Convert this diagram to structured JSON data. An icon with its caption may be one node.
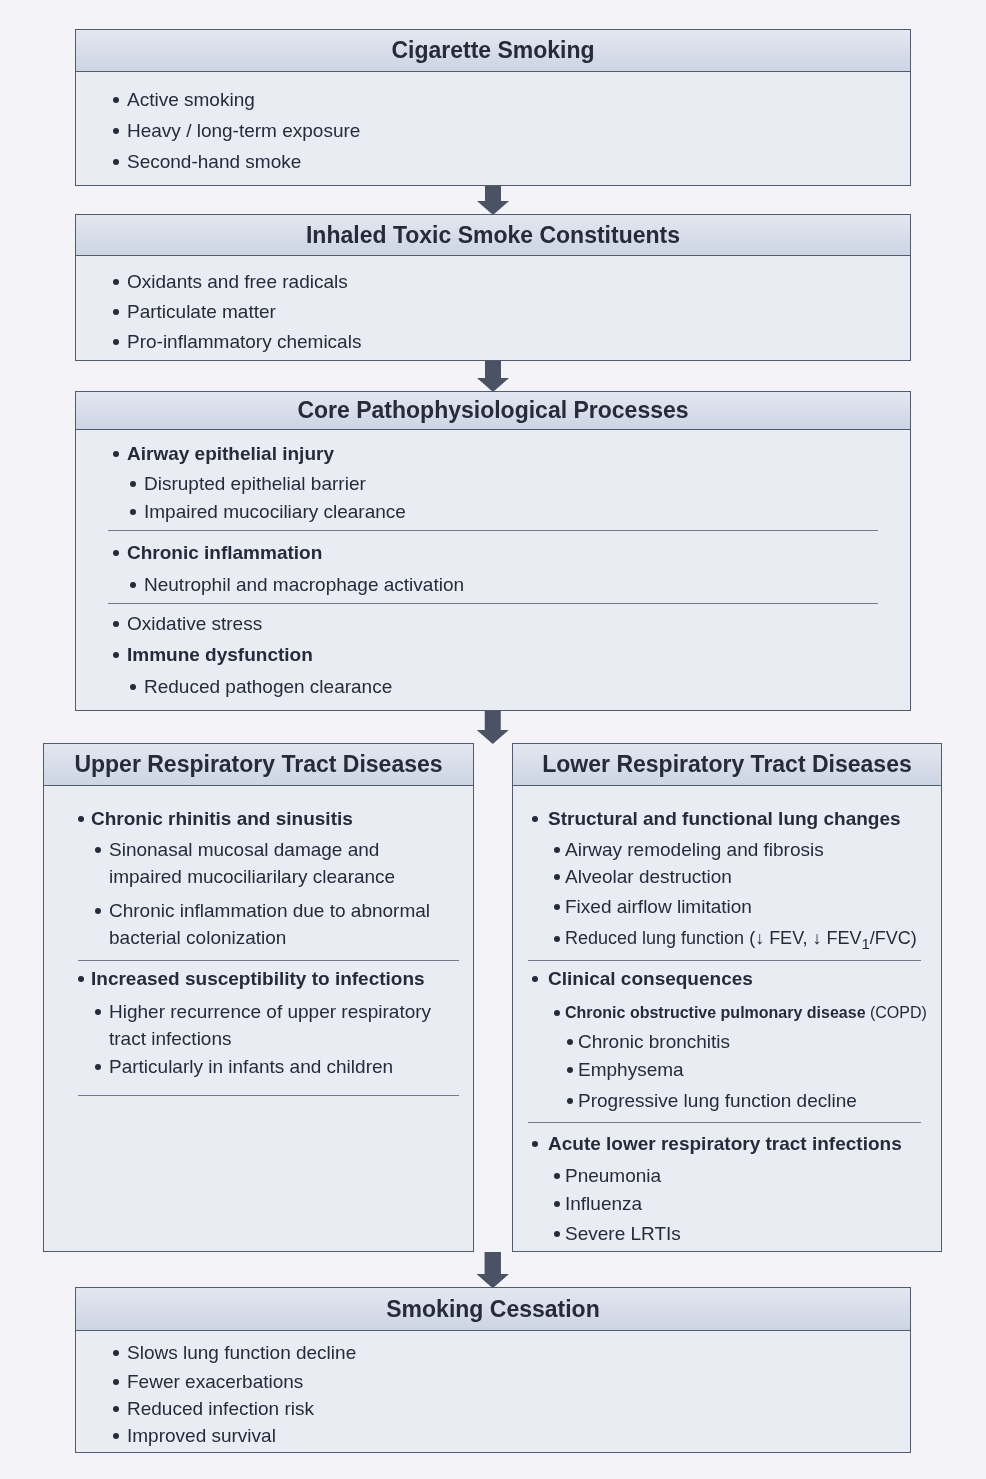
{
  "diagram": {
    "nodes": [
      {
        "text": [
          "Cigarette Smoking",
          "Active smoking",
          "Heavy / long-term exposure",
          "Second-hand smoke"
        ]
      },
      {
        "text": [
          "Inhaled Toxic Smoke Constituents",
          "Oxidants and free radicals",
          "Particulate matter",
          "Pro-inflammatory chemicals"
        ]
      },
      {
        "text": [
          "Core Pathophysiological Processes",
          "Airway epithelial injury",
          "Disrupted epithelial barrier",
          "Impaired mucociliary clearance",
          "Chronic inflammation",
          "Neutrophil and macrophage activation",
          "Oxidative stress",
          "Immune dysfunction",
          "Reduced pathogen clearance"
        ]
      },
      {
        "text": [
          "Upper Respiratory Tract Diseases",
          "Chronic rhinitis and sinusitis",
          "Sinonasal mucosal damage and impaired mucociliarilary clearance",
          "Chronic inflammation due to abnormal bacterial colonization",
          "Increased susceptibility to infections",
          "Higher recurrence of upper respiratory tract infections",
          "Particularly in infants and children"
        ]
      },
      {
        "text": [
          "Lower Respiratory Tract Diseases",
          "Structural and functional lung changes",
          "Airway remodeling and fibrosis",
          "Alveolar destruction",
          "Fixed airflow limitation",
          "Reduced lung function (↓ FEV, ↓ FEV$_{1}$/FVC)",
          "Clinical consequences",
          "**Chronic obstructive pulmonary disease** (COPD)",
          "Chronic bronchitis",
          "Emphysema",
          "Progressive lung function decline",
          "Acute lower respiratory tract infections",
          "Pneumonia",
          "Influenza",
          "Severe LRTIs"
        ]
      },
      {
        "text": [
          "Smoking Cessation",
          "Slows lung function decline",
          "Fewer exacerbations",
          "Reduced infection risk",
          "Improved survival"
        ]
      }
    ],
    "edges": [
      {
        "from": 0,
        "to": 1,
        "arrow": "to"
      },
      {
        "from": 1,
        "to": 2,
        "arrow": "to"
      },
      {
        "from": 2,
        "to": 3,
        "arrow": "to"
      },
      {
        "from": 2,
        "to": 4,
        "arrow": "to"
      },
      {
        "from": 3,
        "to": 5,
        "arrow": "to"
      },
      {
        "from": 4,
        "to": 5,
        "arrow": "to"
      }
    ]
  }
}
